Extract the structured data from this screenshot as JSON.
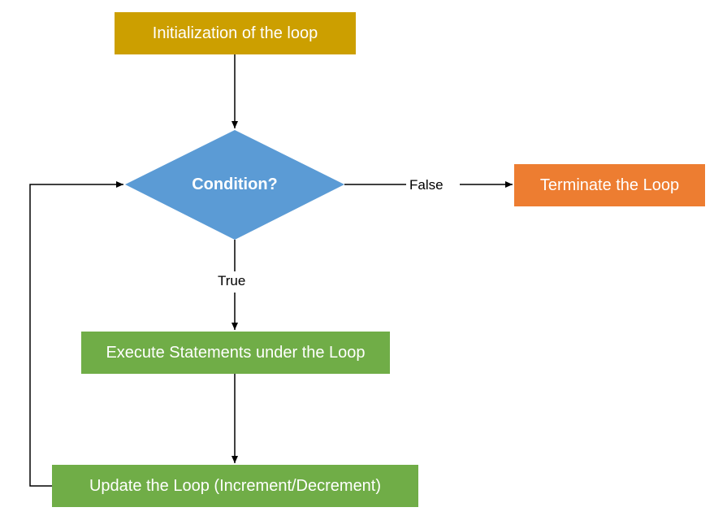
{
  "nodes": {
    "init": "Initialization of the loop",
    "condition": "Condition?",
    "terminate": "Terminate the Loop",
    "execute": "Execute Statements under the Loop",
    "update": "Update the Loop (Increment/Decrement)"
  },
  "edges": {
    "false_label": "False",
    "true_label": "True"
  },
  "colors": {
    "init": "#cc9f00",
    "condition": "#5b9bd5",
    "terminate": "#ed7d31",
    "execute": "#70ad47",
    "update": "#70ad47",
    "line": "#000000"
  }
}
